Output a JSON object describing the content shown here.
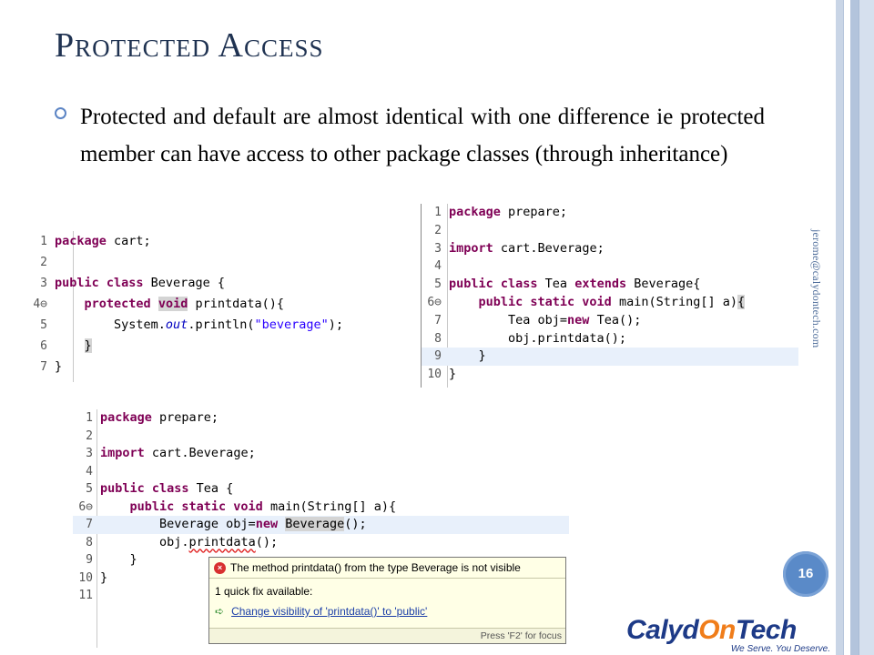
{
  "slide": {
    "title": "Protected Access",
    "bullet": "Protected and default are almost identical with one difference ie protected member can have access to other package classes (through inheritance)",
    "side_email": "jerome@calydontech.com",
    "page_number": "16"
  },
  "code_cart": {
    "lines": [
      {
        "num": "1",
        "text": "package cart;"
      },
      {
        "num": "2",
        "text": ""
      },
      {
        "num": "3",
        "text": "public class Beverage {"
      },
      {
        "num": "4⊖",
        "text": "    protected void printdata(){"
      },
      {
        "num": "5",
        "text": "        System.out.println(\"beverage\");"
      },
      {
        "num": "6",
        "text": "    }"
      },
      {
        "num": "7",
        "text": "}"
      }
    ]
  },
  "code_tea_extends": {
    "lines": [
      {
        "num": "1",
        "text": "package prepare;"
      },
      {
        "num": "2",
        "text": ""
      },
      {
        "num": "3",
        "text": "import cart.Beverage;"
      },
      {
        "num": "4",
        "text": ""
      },
      {
        "num": "5",
        "text": "public class Tea extends Beverage{"
      },
      {
        "num": "6⊖",
        "text": "    public static void main(String[] a){"
      },
      {
        "num": "7",
        "text": "        Tea obj=new Tea();"
      },
      {
        "num": "8",
        "text": "        obj.printdata();"
      },
      {
        "num": "9",
        "text": "    }"
      },
      {
        "num": "10",
        "text": "}"
      }
    ]
  },
  "code_tea_plain": {
    "lines": [
      {
        "num": "1",
        "text": "package prepare;"
      },
      {
        "num": "2",
        "text": ""
      },
      {
        "num": "3",
        "text": "import cart.Beverage;"
      },
      {
        "num": "4",
        "text": ""
      },
      {
        "num": "5",
        "text": "public class Tea {"
      },
      {
        "num": "6⊖",
        "text": "    public static void main(String[] a){"
      },
      {
        "num": "7",
        "text": "        Beverage obj=new Beverage();"
      },
      {
        "num": "8",
        "text": "        obj.printdata();"
      },
      {
        "num": "9",
        "text": "    }"
      },
      {
        "num": "10",
        "text": "}"
      },
      {
        "num": "11",
        "text": ""
      }
    ]
  },
  "error_tooltip": {
    "message": "The method printdata() from the type Beverage is not visible",
    "quick_fix_count": "1 quick fix available:",
    "fix_label": "Change visibility of 'printdata()' to 'public'",
    "footer": "Press 'F2' for focus"
  },
  "logo": {
    "brand_part1": "Calyd",
    "brand_part2": "On",
    "brand_part3": "Tech",
    "tagline": "We Serve. You Deserve."
  },
  "colors": {
    "title": "#1f3251",
    "accent": "#5a8ac8",
    "keyword": "#7f0055",
    "string": "#2a00ff"
  }
}
